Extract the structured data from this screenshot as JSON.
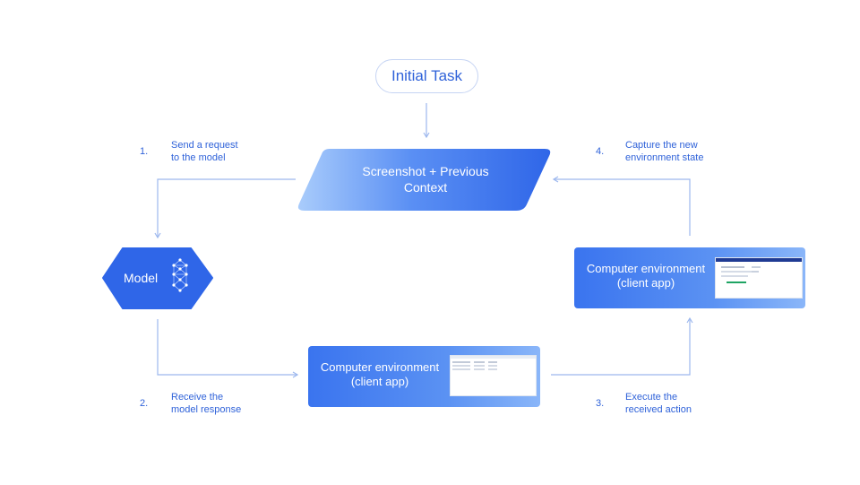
{
  "initial_task": {
    "label": "Initial Task"
  },
  "screenshot_context": {
    "lines": [
      "Screenshot + Previous",
      "Context"
    ]
  },
  "model": {
    "label": "Model",
    "icon": "neural-network-icon"
  },
  "env_right": {
    "lines": [
      "Computer environment",
      "(client app)"
    ]
  },
  "env_bottom": {
    "lines": [
      "Computer environment",
      "(client app)"
    ]
  },
  "steps": [
    {
      "number": "1.",
      "lines": [
        "Send a request",
        "to the model"
      ]
    },
    {
      "number": "2.",
      "lines": [
        "Receive the",
        "model response"
      ]
    },
    {
      "number": "3.",
      "lines": [
        "Execute the",
        "received action"
      ]
    },
    {
      "number": "4.",
      "lines": [
        "Capture the new",
        "environment state"
      ]
    }
  ],
  "colors": {
    "primary_blue": "#2f62d9",
    "gradient_light": "#8ab6f9",
    "gradient_dark": "#3a74ef",
    "connector": "#9db8ee",
    "pill_border": "#c6d4f3"
  }
}
